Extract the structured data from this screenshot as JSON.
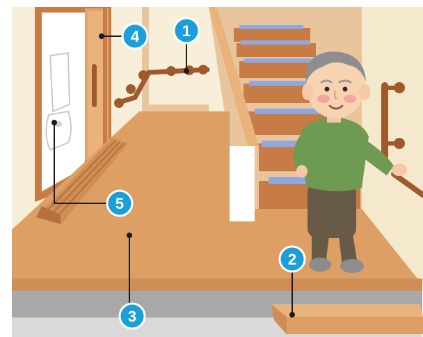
{
  "callouts": [
    {
      "id": "handrail",
      "number": "1"
    },
    {
      "id": "step-riser",
      "number": "2"
    },
    {
      "id": "floor",
      "number": "3"
    },
    {
      "id": "door",
      "number": "4"
    },
    {
      "id": "threshold-ramp",
      "number": "5"
    }
  ],
  "colors": {
    "badge": "#1a9fd9",
    "floor": "#dd9f63",
    "wall": "#f7efd9",
    "stair_tread_strip": "#8fa9e0",
    "rail": "#a0582d",
    "sweater": "#6f9a52",
    "trousers": "#675b48"
  }
}
